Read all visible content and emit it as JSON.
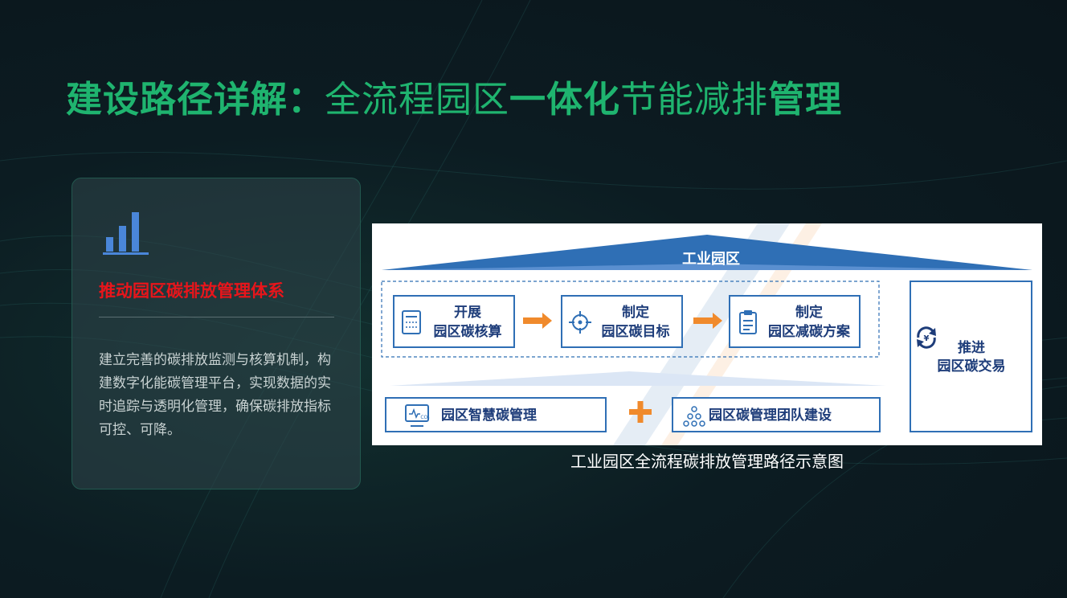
{
  "title": {
    "part1": "建设路径详解：",
    "part2": "全流程园区",
    "part3": "一体化",
    "part4": "节能减排",
    "part5": "管理"
  },
  "card": {
    "icon": "bar-chart-icon",
    "heading": "推动园区碳排放管理体系",
    "description": "建立完善的碳排放监测与核算机制，构建数字化能碳管理平台，实现数据的实时追踪与透明化管理，确保碳排放指标可控、可降。"
  },
  "diagram": {
    "roof_label": "工业园区",
    "step1": {
      "line1": "开展",
      "line2": "园区碳核算",
      "icon": "calculator-icon"
    },
    "step2": {
      "line1": "制定",
      "line2": "园区碳目标",
      "icon": "target-icon"
    },
    "step3": {
      "line1": "制定",
      "line2": "园区减碳方案",
      "icon": "clipboard-icon"
    },
    "trade": {
      "line1": "推进",
      "line2": "园区碳交易",
      "icon": "yen-cycle-icon"
    },
    "smart": {
      "label": "园区智慧碳管理",
      "icon": "co2-monitor-icon"
    },
    "team": {
      "label": "园区碳管理团队建设",
      "icon": "team-icon"
    },
    "colors": {
      "blue": "#2f6fb5",
      "orange": "#f08a2c",
      "text": "#1e3d7a"
    }
  },
  "caption": "工业园区全流程碳排放管理路径示意图"
}
